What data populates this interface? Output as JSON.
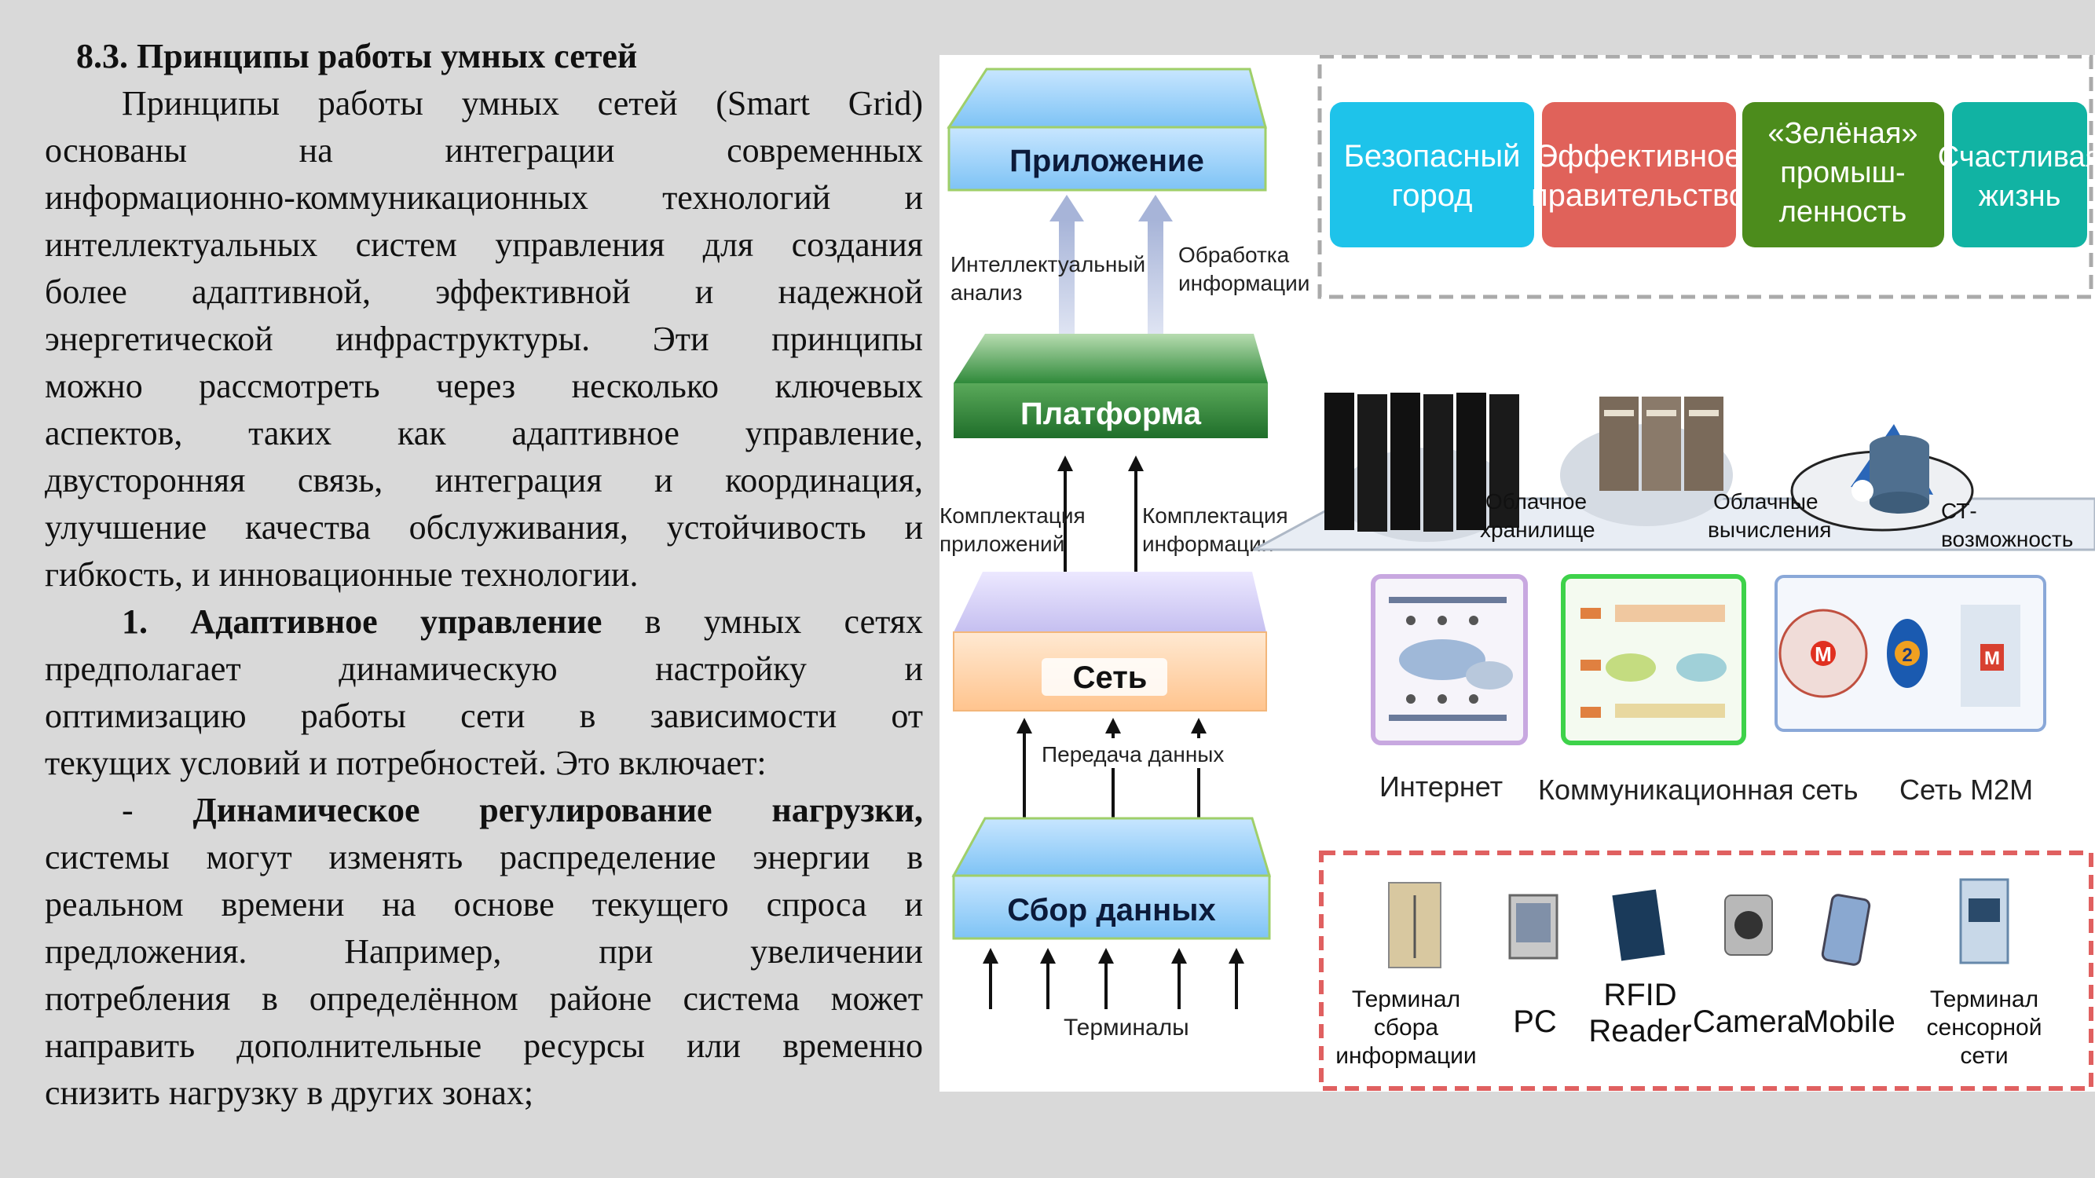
{
  "document": {
    "heading": "8.3. Принципы работы умных сетей",
    "lines": [
      "Принципы работы умных сетей (Smart Grid)",
      "основаны на интеграции современных",
      "информационно-коммуникационных технологий и",
      "интеллектуальных систем управления для создания",
      "более адаптивной, эффективной и надежной",
      "энергетической инфраструктуры. Эти принципы",
      "можно рассмотреть через несколько ключевых",
      "аспектов, таких как адаптивное управление,",
      "двусторонняя связь, интеграция и координация,",
      "улучшение качества обслуживания, устойчивость и",
      "гибкость, и инновационные технологии."
    ],
    "point1_bold": "1. Адаптивное управление",
    "point1_lines": [
      " в умных сетях",
      "предполагает динамическую настройку и",
      "оптимизацию работы сети в зависимости от",
      "текущих условий и потребностей. Это включает:"
    ],
    "sub_dash": "- ",
    "sub_bold": "Динамическое регулирование нагрузки,",
    "sub_lines": [
      "системы могут изменять распределение энергии в",
      "реальном времени на основе текущего спроса и",
      "предложения. Например, при увеличении",
      "потребления в определённом районе система может",
      "направить дополнительные ресурсы или временно",
      "снизить нагрузку в других зонах;"
    ]
  },
  "diagram": {
    "layers": {
      "app": "Приложение",
      "platform": "Платформа",
      "network": "Сеть",
      "collect": "Сбор данных"
    },
    "arrows": {
      "intel_1": "Интеллектуальный",
      "intel_2": "анализ",
      "proc_1": "Обработка",
      "proc_2": "информации",
      "compl_app_1": "Комплектация",
      "compl_app_2": "приложений",
      "compl_info_1": "Комплектация",
      "compl_info_2": "информации",
      "transfer": "Передача данных",
      "terminals": "Терминалы"
    },
    "apps": [
      {
        "l1": "Безопасный",
        "l2": "город",
        "l3": "",
        "color": "#1ec3ea"
      },
      {
        "l1": "Эффективное",
        "l2": "правительство",
        "l3": "",
        "color": "#e0625a"
      },
      {
        "l1": "«Зелёная»",
        "l2": "промыш-",
        "l3": "ленность",
        "color": "#4c8c1c"
      },
      {
        "l1": "Счастливая",
        "l2": "жизнь",
        "l3": "",
        "color": "#11b3a3"
      }
    ],
    "cloud": {
      "storage_1": "Облачное",
      "storage_2": "хранилище",
      "compute_1": "Облачные",
      "compute_2": "вычисления",
      "cap_1": "СТ-",
      "cap_2": "возможность"
    },
    "networks": {
      "internet": "Интернет",
      "comm": "Коммуникационная сеть",
      "m2m": "Сеть M2M",
      "m_letter": "M",
      "two": "2"
    },
    "devices": [
      {
        "l1": "Терминал",
        "l2": "сбора",
        "l3": "информации"
      },
      {
        "l1": "PC",
        "l2": "",
        "l3": ""
      },
      {
        "l1": "RFID",
        "l2": "Reader",
        "l3": ""
      },
      {
        "l1": "Camera",
        "l2": "",
        "l3": ""
      },
      {
        "l1": "Mobile",
        "l2": "",
        "l3": ""
      },
      {
        "l1": "Терминал",
        "l2": "сенсорной",
        "l3": "сети"
      }
    ]
  }
}
